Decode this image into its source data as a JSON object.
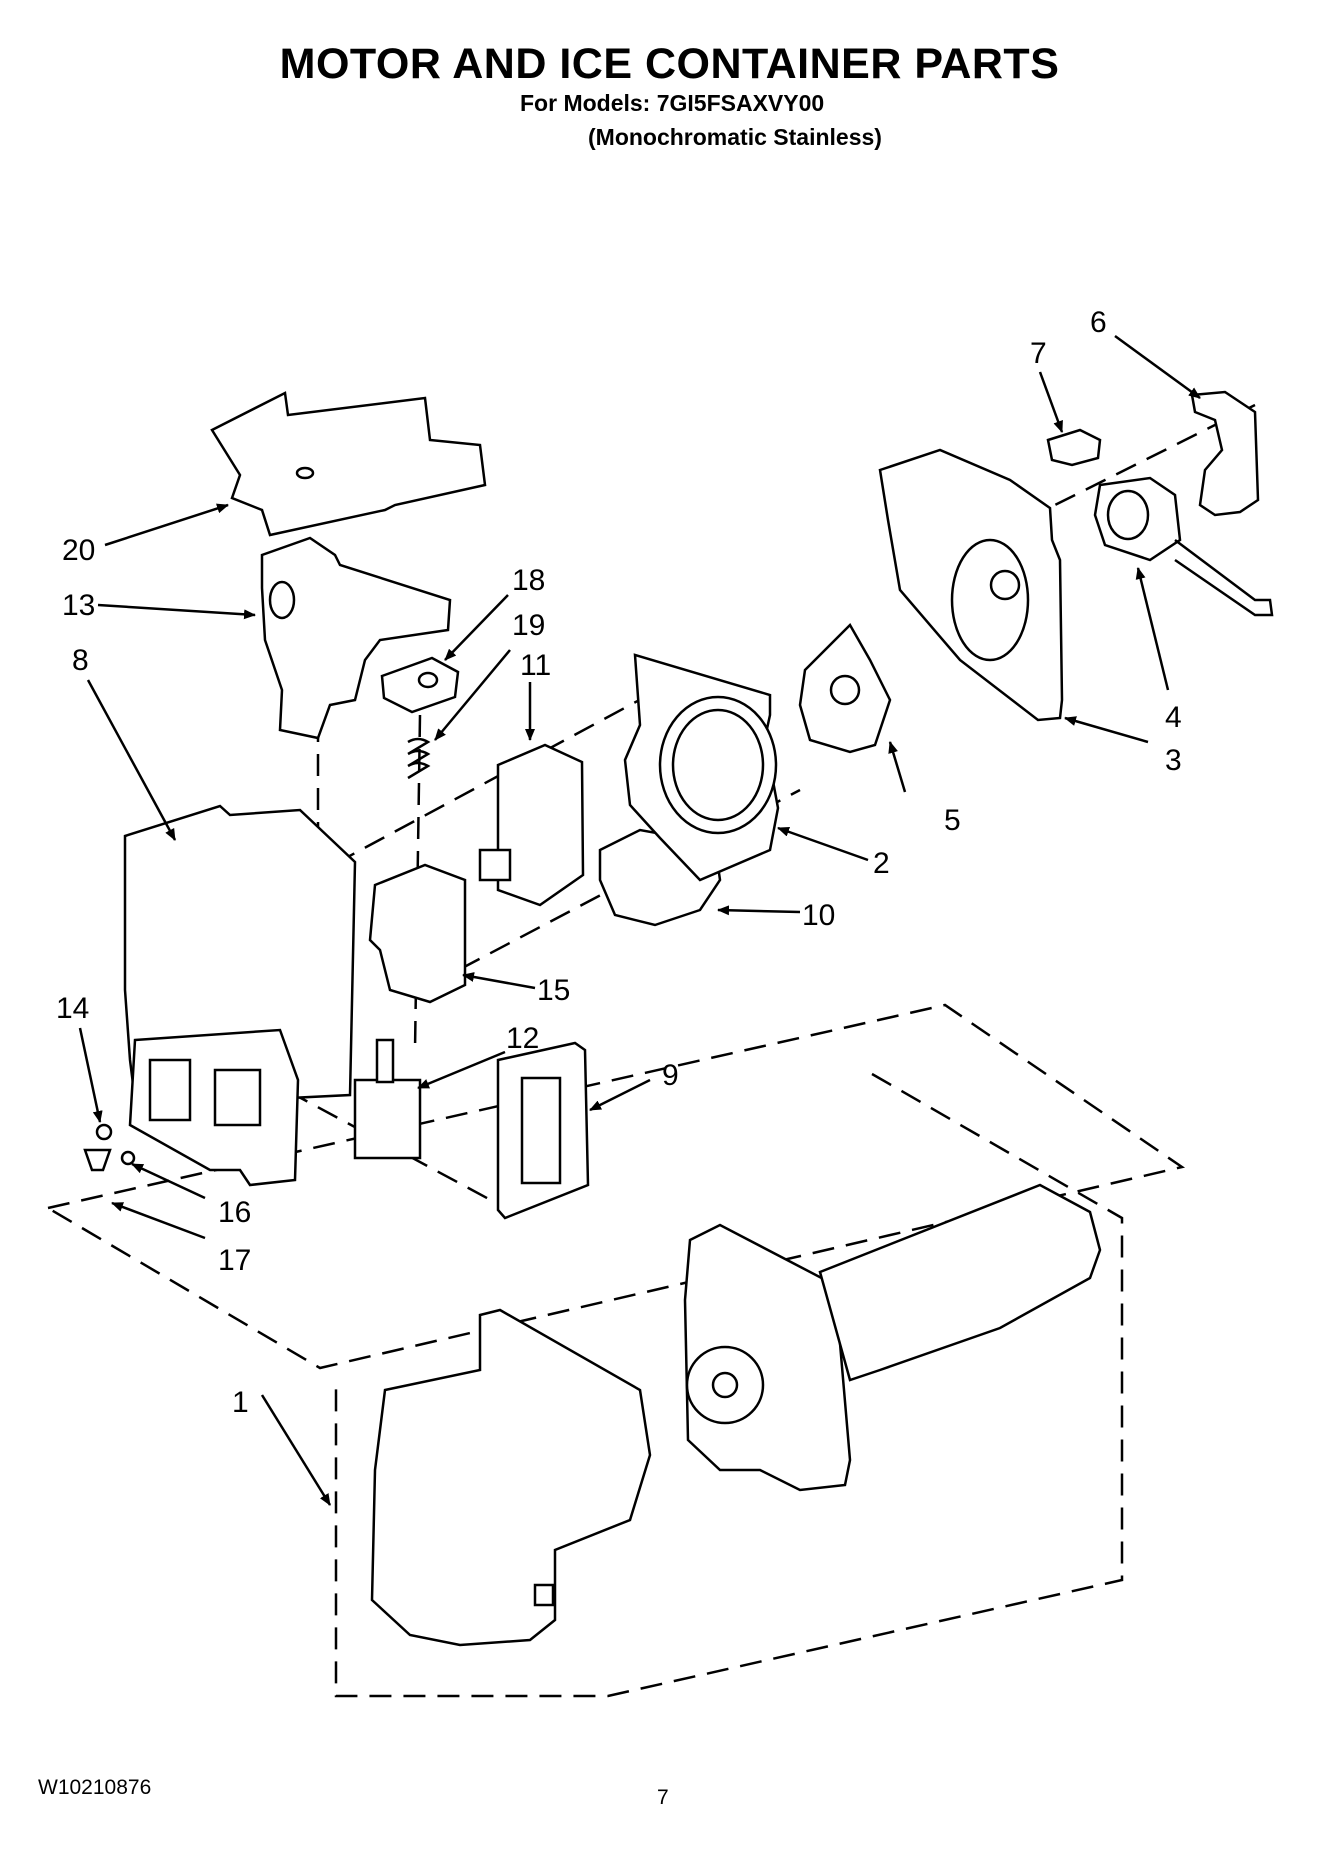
{
  "header": {
    "title": "MOTOR AND ICE CONTAINER PARTS",
    "models_line": "For Models: 7GI5FSAXVY00",
    "variant_line": "(Monochromatic Stainless)"
  },
  "callouts": [
    {
      "id": "c1",
      "label": "1"
    },
    {
      "id": "c2",
      "label": "2"
    },
    {
      "id": "c3",
      "label": "3"
    },
    {
      "id": "c4",
      "label": "4"
    },
    {
      "id": "c5",
      "label": "5"
    },
    {
      "id": "c6",
      "label": "6"
    },
    {
      "id": "c7",
      "label": "7"
    },
    {
      "id": "c8",
      "label": "8"
    },
    {
      "id": "c9",
      "label": "9"
    },
    {
      "id": "c10",
      "label": "10"
    },
    {
      "id": "c11",
      "label": "11"
    },
    {
      "id": "c12",
      "label": "12"
    },
    {
      "id": "c13",
      "label": "13"
    },
    {
      "id": "c14",
      "label": "14"
    },
    {
      "id": "c15",
      "label": "15"
    },
    {
      "id": "c16",
      "label": "16"
    },
    {
      "id": "c17",
      "label": "17"
    },
    {
      "id": "c18",
      "label": "18"
    },
    {
      "id": "c19",
      "label": "19"
    },
    {
      "id": "c20",
      "label": "20"
    }
  ],
  "footer": {
    "doc_number": "W10210876",
    "page_number": "7"
  }
}
